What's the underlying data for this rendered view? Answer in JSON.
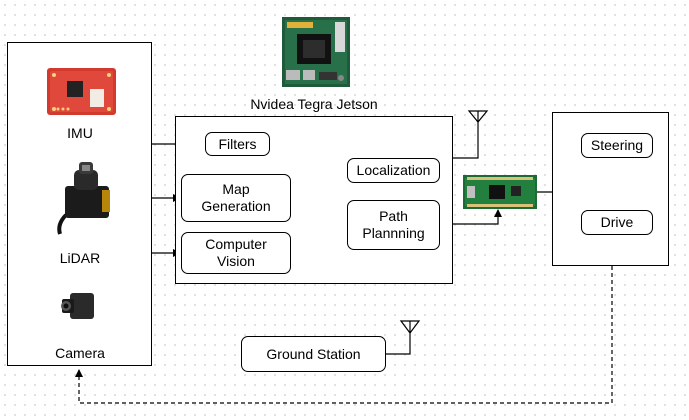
{
  "sensors": {
    "imu_label": "IMU",
    "lidar_label": "LiDAR",
    "camera_label": "Camera"
  },
  "jetson": {
    "title": "Nvidea Tegra Jetson",
    "filters": "Filters",
    "map_generation": "Map\nGeneration",
    "computer_vision": "Computer\nVision",
    "localization": "Localization",
    "path_planning": "Path\nPlannning"
  },
  "actuators": {
    "steering": "Steering",
    "drive": "Drive"
  },
  "ground_station": "Ground Station",
  "icons": [
    "imu-board-icon",
    "lidar-icon",
    "camera-icon",
    "jetson-board-icon",
    "antenna-icon",
    "microcontroller-icon"
  ]
}
